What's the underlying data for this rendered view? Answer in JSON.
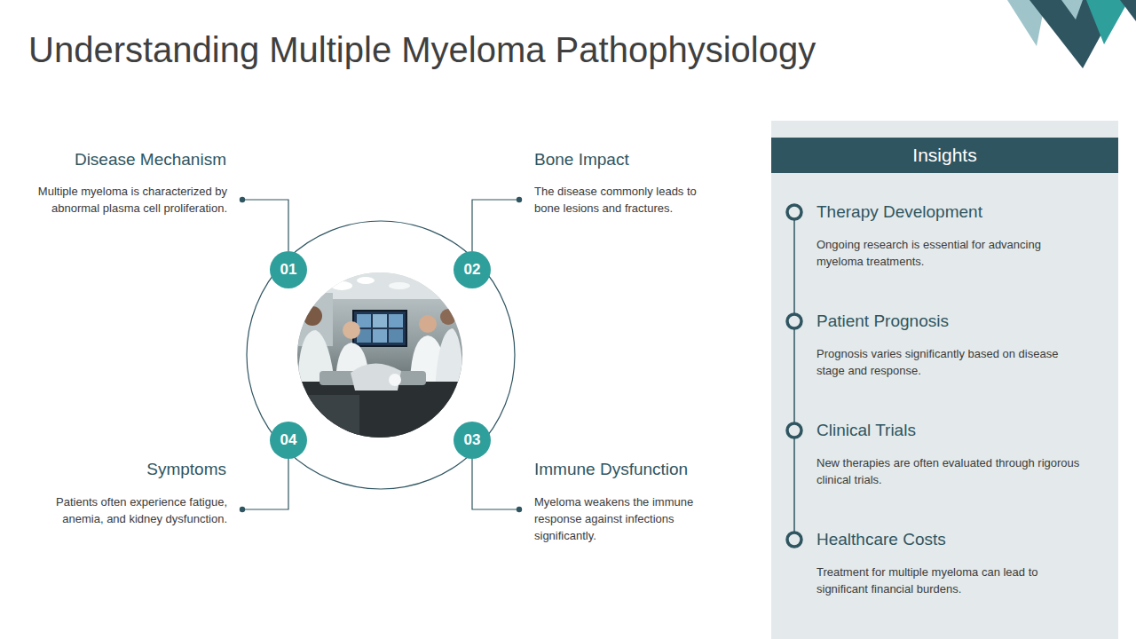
{
  "diagram": {
    "title": "Understanding Multiple Myeloma Pathophysiology",
    "nodes": [
      {
        "text": [
          "01"
        ]
      },
      {
        "text": [
          "02"
        ]
      },
      {
        "text": [
          "03"
        ]
      },
      {
        "text": [
          "04"
        ]
      },
      {
        "text": [
          "Therapy Development",
          "Ongoing research is essential for advancing myeloma treatments.",
          "Patient Prognosis",
          "Prognosis varies significantly based on disease stage and response.",
          "Clinical Trials",
          "New therapies are often evaluated through rigorous clinical trials.",
          "Healthcare Costs",
          "Treatment for multiple myeloma can lead to significant financial burdens."
        ]
      },
      {
        "text": [
          "Insights"
        ],
        "in": 4
      }
    ],
    "labels": [
      "Disease Mechanism",
      "Multiple myeloma is characterized by abnormal plasma cell proliferation.",
      "Bone Impact",
      "The disease commonly leads to bone lesions and fractures.",
      "Immune Dysfunction",
      "Myeloma weakens the immune response against infections significantly.",
      "Symptoms",
      "Patients often experience fatigue, anemia, and kidney dysfunction."
    ]
  }
}
